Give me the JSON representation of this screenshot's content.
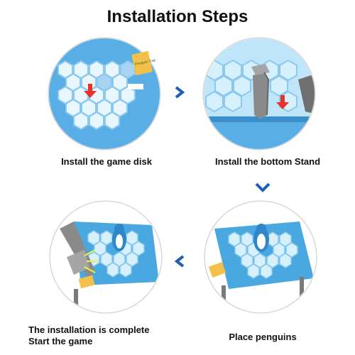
{
  "title": "Installation Steps",
  "steps": [
    {
      "caption": "Install the game disk"
    },
    {
      "caption": "Install the bottom Stand"
    },
    {
      "caption": "Place penguins"
    },
    {
      "caption_line1": "The installation is complete",
      "caption_line2": "Start the game"
    }
  ],
  "arrows": [
    "chevron-right-icon",
    "chevron-down-icon",
    "chevron-left-icon"
  ],
  "badge_text": "Penguin Trap",
  "colors": {
    "accent": "#1d5fb8",
    "ice": "#bfe6f8",
    "board": "#4aa8e0",
    "stand": "#8a8a8a"
  }
}
